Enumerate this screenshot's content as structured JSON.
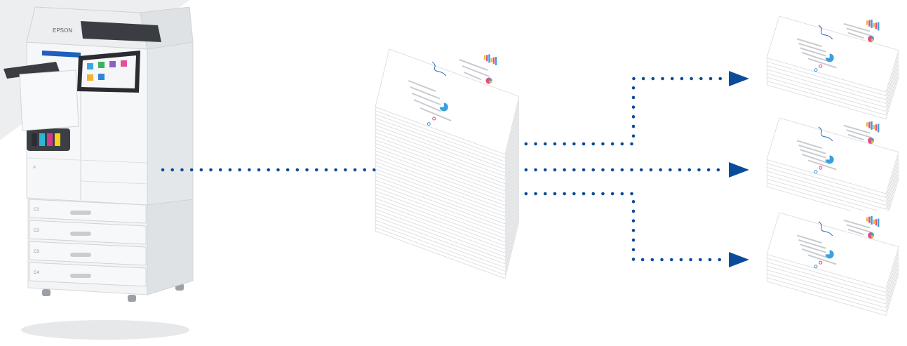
{
  "printer": {
    "brand": "EPSON",
    "tray_labels": [
      "C1",
      "C2",
      "C3",
      "C4"
    ],
    "panel_label": "A"
  },
  "colors": {
    "arrow": "#0b4c9a",
    "paper": "#ffffff",
    "paper_edge": "#d7d9dc",
    "printer_body": "#eef0f2",
    "printer_shadow": "#d9dde1",
    "background_shape": "#eceef0"
  },
  "flow": {
    "source": "printer",
    "middle": "combined-document-stack",
    "outputs": [
      "split-stack-top",
      "split-stack-middle",
      "split-stack-bottom"
    ]
  }
}
